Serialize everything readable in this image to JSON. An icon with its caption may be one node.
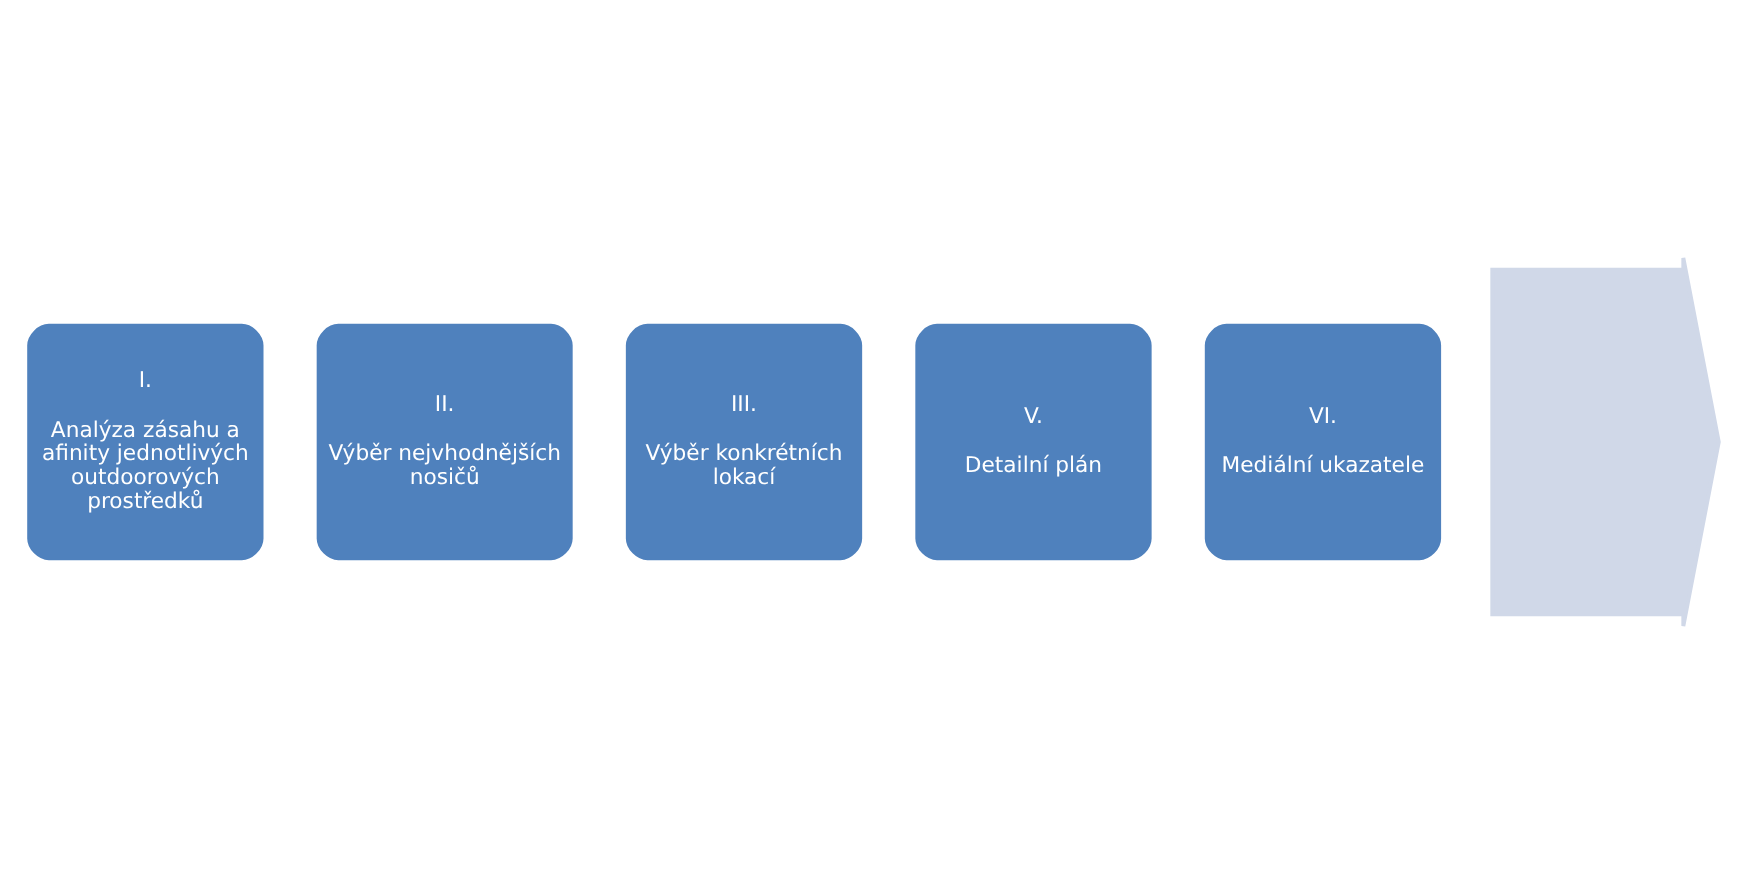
{
  "diagram": {
    "nodes": [
      {
        "text": [
          "I.",
          "Analýza zásahu a afinity jednotlivých outdoorových prostředků"
        ]
      },
      {
        "text": [
          "II.",
          "Výběr nejvhodnějších nosičů"
        ]
      },
      {
        "text": [
          "III.",
          "Výběr konkrétních lokací"
        ]
      },
      {
        "text": [
          "V.",
          "Detailní plán"
        ]
      },
      {
        "text": [
          "VI.",
          "Mediální ukazatele"
        ]
      },
      {
        "text": [],
        "shape": "arrow"
      }
    ]
  }
}
